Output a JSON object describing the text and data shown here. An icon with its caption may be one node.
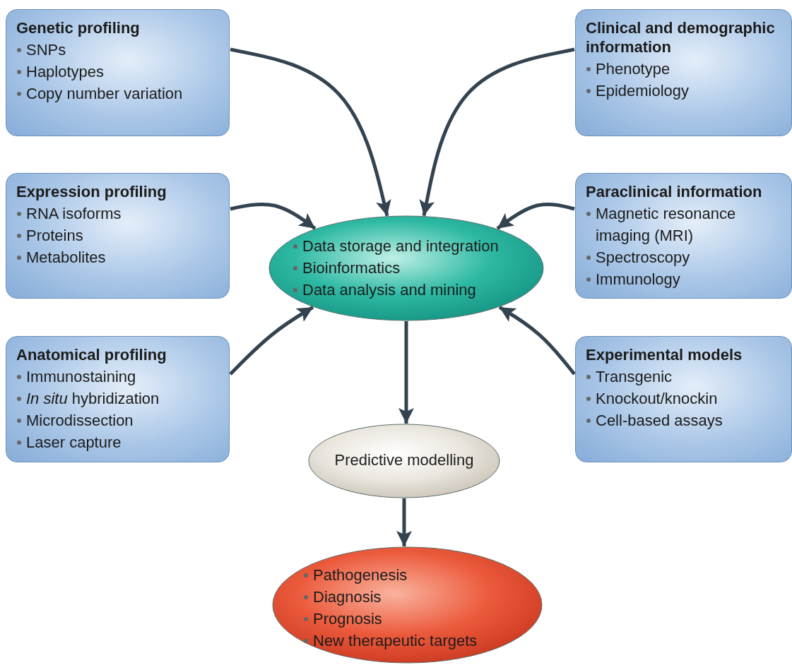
{
  "diagram": {
    "nodes": [
      {
        "text": [
          "Genetic profiling",
          "SNPs",
          "Haplotypes",
          "Copy number variation"
        ]
      },
      {
        "text": [
          "Clinical and demographic information",
          "Phenotype",
          "Epidemiology"
        ]
      },
      {
        "text": [
          "Expression profiling",
          "RNA isoforms",
          "Proteins",
          "Metabolites"
        ]
      },
      {
        "text": [
          "Paraclinical information",
          "Magnetic resonance imaging (MRI)",
          "Spectroscopy",
          "Immunology"
        ]
      },
      {
        "text": [
          "Anatomical profiling",
          "Immunostaining",
          "*In situ* hybridization",
          "Microdissection",
          "Laser capture"
        ]
      },
      {
        "text": [
          "Experimental models",
          "Transgenic",
          "Knockout/knockin",
          "Cell-based assays"
        ]
      },
      {
        "text": [
          "Data storage and integration",
          "Bioinformatics",
          "Data analysis and mining"
        ]
      },
      {
        "text": [
          "Predictive modelling"
        ]
      },
      {
        "text": [
          "Pathogenesis",
          "Diagnosis",
          "Prognosis",
          "New therapeutic targets"
        ]
      }
    ],
    "edges": [
      {
        "from": 0,
        "to": 6,
        "arrow": "to"
      },
      {
        "from": 1,
        "to": 6,
        "arrow": "to"
      },
      {
        "from": 2,
        "to": 6,
        "arrow": "to"
      },
      {
        "from": 3,
        "to": 6,
        "arrow": "to"
      },
      {
        "from": 4,
        "to": 6,
        "arrow": "to"
      },
      {
        "from": 5,
        "to": 6,
        "arrow": "to"
      },
      {
        "from": 6,
        "to": 7,
        "arrow": "to"
      },
      {
        "from": 7,
        "to": 8,
        "arrow": "to"
      }
    ]
  }
}
